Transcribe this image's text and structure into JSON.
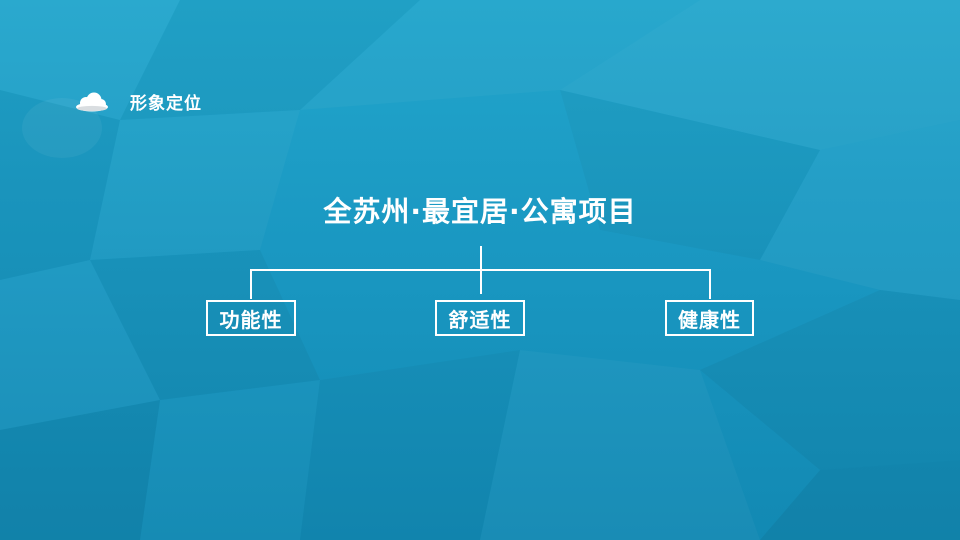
{
  "header": {
    "icon": "cloud-icon",
    "title": "形象定位"
  },
  "diagram": {
    "root": "全苏州·最宜居·公寓项目",
    "children": [
      {
        "label": "功能性"
      },
      {
        "label": "舒适性"
      },
      {
        "label": "健康性"
      }
    ]
  },
  "colors": {
    "background_top": "#22a6cc",
    "background_bottom": "#1289b3",
    "foreground": "#ffffff"
  }
}
